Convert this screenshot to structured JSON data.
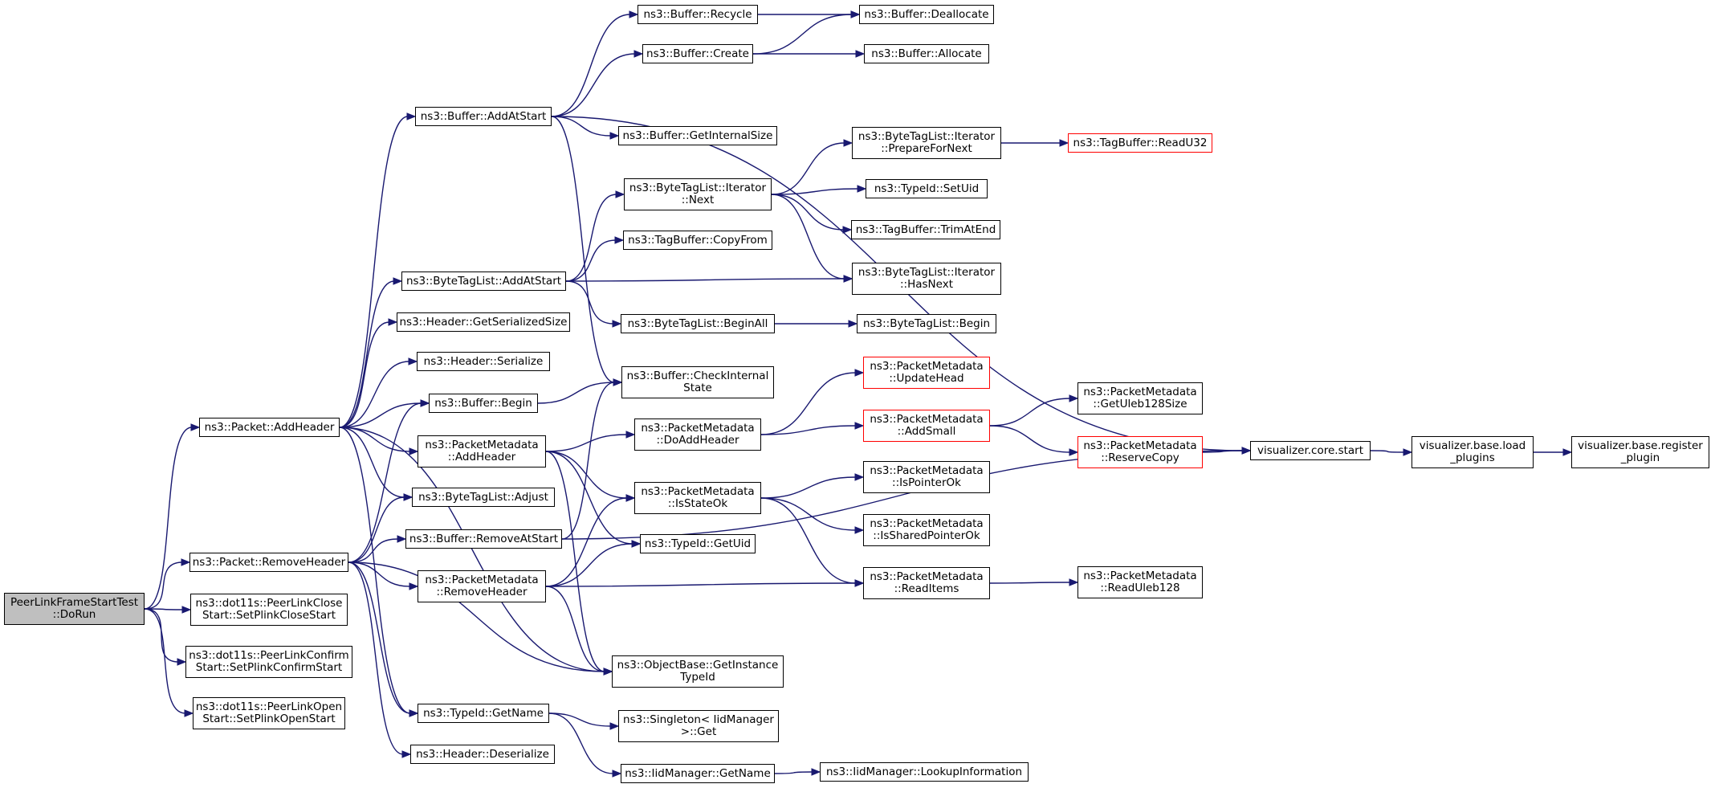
{
  "nodes": [
    {
      "id": "root",
      "label": "PeerLinkFrameStartTest\n::DoRun"
    },
    {
      "id": "pk_addheader",
      "label": "ns3::Packet::AddHeader"
    },
    {
      "id": "pk_removeheader",
      "label": "ns3::Packet::RemoveHeader"
    },
    {
      "id": "close",
      "label": "ns3::dot11s::PeerLinkClose\nStart::SetPlinkCloseStart"
    },
    {
      "id": "confirm",
      "label": "ns3::dot11s::PeerLinkConfirm\nStart::SetPlinkConfirmStart"
    },
    {
      "id": "open",
      "label": "ns3::dot11s::PeerLinkOpen\nStart::SetPlinkOpenStart"
    },
    {
      "id": "buf_addatstart",
      "label": "ns3::Buffer::AddAtStart"
    },
    {
      "id": "btl_addatstart",
      "label": "ns3::ByteTagList::AddAtStart"
    },
    {
      "id": "hdr_getsize",
      "label": "ns3::Header::GetSerializedSize"
    },
    {
      "id": "hdr_serialize",
      "label": "ns3::Header::Serialize"
    },
    {
      "id": "buf_begin",
      "label": "ns3::Buffer::Begin"
    },
    {
      "id": "pm_addheader",
      "label": "ns3::PacketMetadata\n::AddHeader"
    },
    {
      "id": "btl_adjust",
      "label": "ns3::ByteTagList::Adjust"
    },
    {
      "id": "buf_removeatstart",
      "label": "ns3::Buffer::RemoveAtStart"
    },
    {
      "id": "pm_removeheader",
      "label": "ns3::PacketMetadata\n::RemoveHeader"
    },
    {
      "id": "typeid_getname",
      "label": "ns3::TypeId::GetName"
    },
    {
      "id": "hdr_deserialize",
      "label": "ns3::Header::Deserialize"
    },
    {
      "id": "buf_recycle",
      "label": "ns3::Buffer::Recycle"
    },
    {
      "id": "buf_create",
      "label": "ns3::Buffer::Create"
    },
    {
      "id": "buf_getinternalsize",
      "label": "ns3::Buffer::GetInternalSize"
    },
    {
      "id": "btl_it_next",
      "label": "ns3::ByteTagList::Iterator\n::Next"
    },
    {
      "id": "tagbuf_copyfrom",
      "label": "ns3::TagBuffer::CopyFrom"
    },
    {
      "id": "btl_beginall",
      "label": "ns3::ByteTagList::BeginAll"
    },
    {
      "id": "buf_checkinternal",
      "label": "ns3::Buffer::CheckInternal\nState"
    },
    {
      "id": "pm_doaddheader",
      "label": "ns3::PacketMetadata\n::DoAddHeader"
    },
    {
      "id": "pm_isstateok",
      "label": "ns3::PacketMetadata\n::IsStateOk"
    },
    {
      "id": "typeid_getuid",
      "label": "ns3::TypeId::GetUid"
    },
    {
      "id": "objbase_gettypeid",
      "label": "ns3::ObjectBase::GetInstance\nTypeId"
    },
    {
      "id": "singleton_get",
      "label": "ns3::Singleton< IidManager\n>::Get"
    },
    {
      "id": "iid_getname",
      "label": "ns3::IidManager::GetName"
    },
    {
      "id": "buf_deallocate",
      "label": "ns3::Buffer::Deallocate"
    },
    {
      "id": "buf_allocate",
      "label": "ns3::Buffer::Allocate"
    },
    {
      "id": "btl_it_prepare",
      "label": "ns3::ByteTagList::Iterator\n::PrepareForNext"
    },
    {
      "id": "typeid_setuid",
      "label": "ns3::TypeId::SetUid"
    },
    {
      "id": "tagbuf_trim",
      "label": "ns3::TagBuffer::TrimAtEnd"
    },
    {
      "id": "btl_it_hasnext",
      "label": "ns3::ByteTagList::Iterator\n::HasNext"
    },
    {
      "id": "btl_begin",
      "label": "ns3::ByteTagList::Begin"
    },
    {
      "id": "pm_updatehead",
      "label": "ns3::PacketMetadata\n::UpdateHead"
    },
    {
      "id": "pm_addsmall",
      "label": "ns3::PacketMetadata\n::AddSmall"
    },
    {
      "id": "pm_ispointerok",
      "label": "ns3::PacketMetadata\n::IsPointerOk"
    },
    {
      "id": "pm_issharedok",
      "label": "ns3::PacketMetadata\n::IsSharedPointerOk"
    },
    {
      "id": "pm_readitems",
      "label": "ns3::PacketMetadata\n::ReadItems"
    },
    {
      "id": "iid_lookup",
      "label": "ns3::IidManager::LookupInformation"
    },
    {
      "id": "tagbuf_readu32",
      "label": "ns3::TagBuffer::ReadU32"
    },
    {
      "id": "pm_getuleb",
      "label": "ns3::PacketMetadata\n::GetUleb128Size"
    },
    {
      "id": "pm_reservecopy",
      "label": "ns3::PacketMetadata\n::ReserveCopy"
    },
    {
      "id": "pm_readuleb",
      "label": "ns3::PacketMetadata\n::ReadUleb128"
    },
    {
      "id": "vis_core_start",
      "label": "visualizer.core.start"
    },
    {
      "id": "vis_load",
      "label": "visualizer.base.load\n_plugins"
    },
    {
      "id": "vis_register",
      "label": "visualizer.base.register\n_plugin"
    }
  ],
  "edges": [
    [
      "root",
      "pk_addheader"
    ],
    [
      "root",
      "pk_removeheader"
    ],
    [
      "root",
      "close"
    ],
    [
      "root",
      "confirm"
    ],
    [
      "root",
      "open"
    ],
    [
      "pk_addheader",
      "buf_addatstart"
    ],
    [
      "pk_addheader",
      "btl_addatstart"
    ],
    [
      "pk_addheader",
      "hdr_getsize"
    ],
    [
      "pk_addheader",
      "hdr_serialize"
    ],
    [
      "pk_addheader",
      "buf_begin"
    ],
    [
      "pk_addheader",
      "pm_addheader"
    ],
    [
      "pk_addheader",
      "btl_adjust"
    ],
    [
      "pk_addheader",
      "typeid_getname"
    ],
    [
      "pk_addheader",
      "objbase_gettypeid"
    ],
    [
      "pk_removeheader",
      "buf_begin"
    ],
    [
      "pk_removeheader",
      "btl_adjust"
    ],
    [
      "pk_removeheader",
      "buf_removeatstart"
    ],
    [
      "pk_removeheader",
      "pm_removeheader"
    ],
    [
      "pk_removeheader",
      "objbase_gettypeid"
    ],
    [
      "pk_removeheader",
      "typeid_getname"
    ],
    [
      "pk_removeheader",
      "hdr_deserialize"
    ],
    [
      "buf_addatstart",
      "buf_recycle"
    ],
    [
      "buf_addatstart",
      "buf_create"
    ],
    [
      "buf_addatstart",
      "buf_getinternalsize"
    ],
    [
      "buf_addatstart",
      "buf_checkinternal"
    ],
    [
      "buf_addatstart",
      "vis_core_start"
    ],
    [
      "buf_recycle",
      "buf_deallocate"
    ],
    [
      "buf_create",
      "buf_deallocate"
    ],
    [
      "buf_create",
      "buf_allocate"
    ],
    [
      "btl_addatstart",
      "btl_it_next"
    ],
    [
      "btl_addatstart",
      "tagbuf_copyfrom"
    ],
    [
      "btl_addatstart",
      "btl_it_hasnext"
    ],
    [
      "btl_addatstart",
      "btl_beginall"
    ],
    [
      "btl_it_next",
      "btl_it_prepare"
    ],
    [
      "btl_it_next",
      "typeid_setuid"
    ],
    [
      "btl_it_next",
      "tagbuf_trim"
    ],
    [
      "btl_it_next",
      "btl_it_hasnext"
    ],
    [
      "btl_it_prepare",
      "tagbuf_readu32"
    ],
    [
      "btl_beginall",
      "btl_begin"
    ],
    [
      "buf_begin",
      "buf_checkinternal"
    ],
    [
      "pm_addheader",
      "pm_doaddheader"
    ],
    [
      "pm_addheader",
      "pm_isstateok"
    ],
    [
      "pm_addheader",
      "typeid_getuid"
    ],
    [
      "pm_addheader",
      "objbase_gettypeid"
    ],
    [
      "buf_removeatstart",
      "buf_checkinternal"
    ],
    [
      "buf_removeatstart",
      "vis_core_start"
    ],
    [
      "pm_removeheader",
      "pm_isstateok"
    ],
    [
      "pm_removeheader",
      "typeid_getuid"
    ],
    [
      "pm_removeheader",
      "pm_readitems"
    ],
    [
      "pm_removeheader",
      "objbase_gettypeid"
    ],
    [
      "pm_doaddheader",
      "pm_updatehead"
    ],
    [
      "pm_doaddheader",
      "pm_addsmall"
    ],
    [
      "pm_addsmall",
      "pm_getuleb"
    ],
    [
      "pm_addsmall",
      "pm_reservecopy"
    ],
    [
      "pm_reservecopy",
      "vis_core_start"
    ],
    [
      "pm_isstateok",
      "pm_ispointerok"
    ],
    [
      "pm_isstateok",
      "pm_issharedok"
    ],
    [
      "pm_isstateok",
      "pm_readitems"
    ],
    [
      "pm_readitems",
      "pm_readuleb"
    ],
    [
      "typeid_getname",
      "singleton_get"
    ],
    [
      "typeid_getname",
      "iid_getname"
    ],
    [
      "iid_getname",
      "iid_lookup"
    ],
    [
      "vis_core_start",
      "vis_load"
    ],
    [
      "vis_load",
      "vis_register"
    ]
  ]
}
